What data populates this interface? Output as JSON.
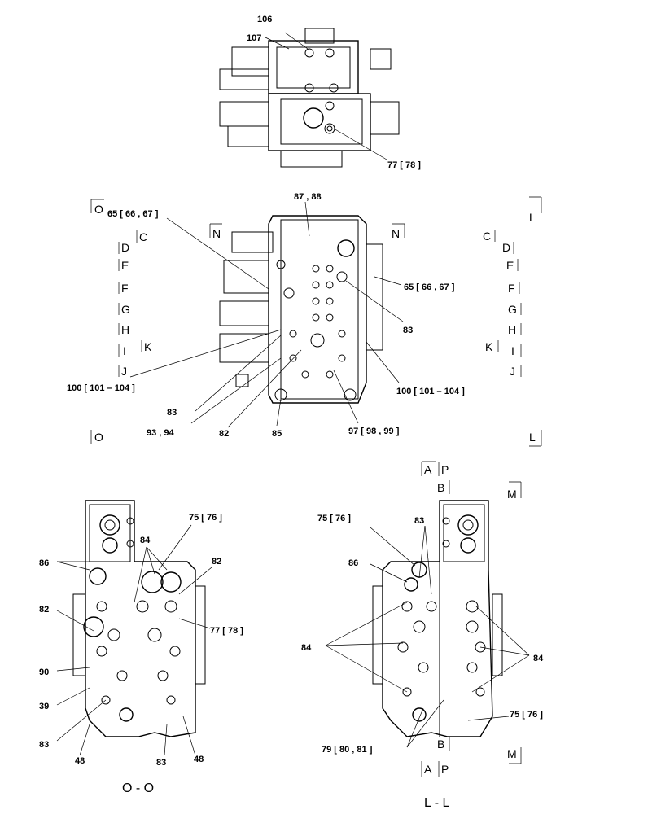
{
  "top_view": {
    "labels": [
      "106",
      "107",
      "77 [ 78 ]"
    ]
  },
  "middle_view": {
    "labels": [
      "87 , 88",
      "65 [ 66 , 67 ]",
      "65 [ 66 , 67 ]",
      "83",
      "83",
      "100 [ 101 – 104 ]",
      "100 [ 101 – 104 ]",
      "93 , 94",
      "82",
      "85",
      "97 [ 98 , 99 ]"
    ],
    "section_marks_left": [
      "O",
      "C",
      "D",
      "E",
      "F",
      "G",
      "H",
      "I",
      "J",
      "K",
      "N",
      "O"
    ],
    "section_marks_right": [
      "L",
      "N",
      "C",
      "D",
      "E",
      "F",
      "G",
      "H",
      "I",
      "J",
      "K",
      "L"
    ]
  },
  "section_oo": {
    "caption": "O - O",
    "labels": [
      "75 [ 76 ]",
      "84",
      "86",
      "82",
      "82",
      "77 [ 78 ]",
      "90",
      "39",
      "83",
      "48",
      "83",
      "48"
    ]
  },
  "section_ll": {
    "caption": "L - L",
    "labels": [
      "75 [ 76 ]",
      "83",
      "86",
      "84",
      "84",
      "75 [ 76 ]",
      "79 [ 80 , 81 ]"
    ],
    "section_marks": [
      "A",
      "P",
      "B",
      "M",
      "B",
      "M",
      "A",
      "P"
    ]
  }
}
